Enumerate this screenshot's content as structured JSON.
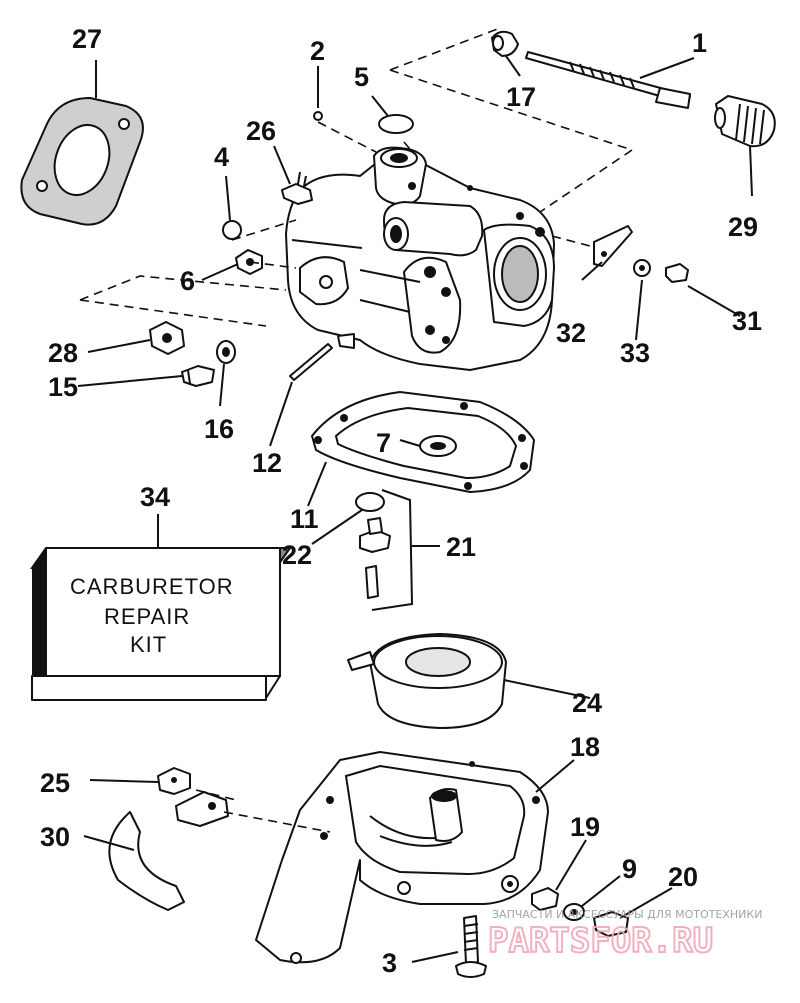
{
  "callouts": [
    {
      "id": "1",
      "text": "1"
    },
    {
      "id": "2",
      "text": "2"
    },
    {
      "id": "3",
      "text": "3"
    },
    {
      "id": "4",
      "text": "4"
    },
    {
      "id": "5",
      "text": "5"
    },
    {
      "id": "6",
      "text": "6"
    },
    {
      "id": "7",
      "text": "7"
    },
    {
      "id": "9",
      "text": "9"
    },
    {
      "id": "11",
      "text": "11"
    },
    {
      "id": "12",
      "text": "12"
    },
    {
      "id": "15",
      "text": "15"
    },
    {
      "id": "16",
      "text": "16"
    },
    {
      "id": "17",
      "text": "17"
    },
    {
      "id": "18",
      "text": "18"
    },
    {
      "id": "19",
      "text": "19"
    },
    {
      "id": "20",
      "text": "20"
    },
    {
      "id": "21",
      "text": "21"
    },
    {
      "id": "22",
      "text": "22"
    },
    {
      "id": "24",
      "text": "24"
    },
    {
      "id": "25",
      "text": "25"
    },
    {
      "id": "26",
      "text": "26"
    },
    {
      "id": "27",
      "text": "27"
    },
    {
      "id": "28",
      "text": "28"
    },
    {
      "id": "29",
      "text": "29"
    },
    {
      "id": "30",
      "text": "30"
    },
    {
      "id": "31",
      "text": "31"
    },
    {
      "id": "32",
      "text": "32"
    },
    {
      "id": "33",
      "text": "33"
    },
    {
      "id": "34",
      "text": "34"
    }
  ],
  "repair_kit": {
    "line1": "CARBURETOR",
    "line2": "REPAIR",
    "line3": "KIT"
  },
  "watermark": {
    "tagline": "ЗАПЧАСТИ И АКСЕССУАРЫ ДЛЯ МОТОТЕХНИКИ",
    "brand": "PARTSFOR.RU"
  }
}
